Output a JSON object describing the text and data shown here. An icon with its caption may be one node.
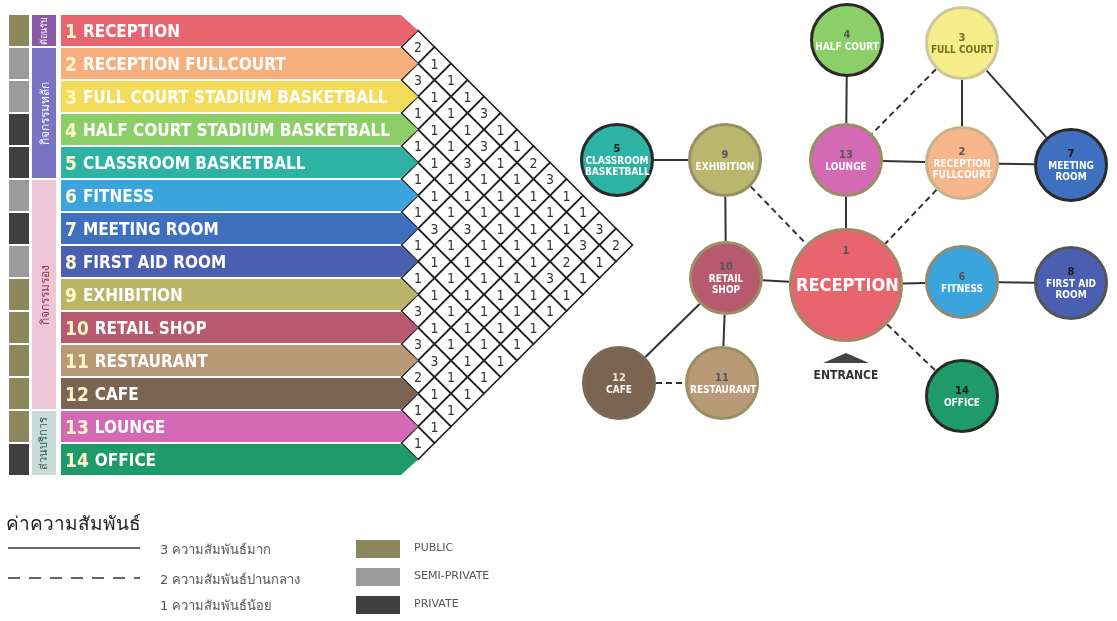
{
  "diagram": {
    "nodes": [
      {
        "text": [
          "ต้อนรับ"
        ]
      },
      {
        "text": [
          "กิจกรรมหลัก"
        ]
      },
      {
        "text": [
          "กิจกรรมรอง"
        ]
      },
      {
        "text": [
          "ส่วนบริการ"
        ]
      },
      {
        "text": [
          "1",
          "RECEPTION"
        ]
      },
      {
        "text": [
          "2",
          "RECEPTION  FULLCOURT"
        ]
      },
      {
        "text": [
          "3",
          "FULL COURT STADIUM BASKETBALL"
        ]
      },
      {
        "text": [
          "4",
          "HALF COURT STADIUM BASKETBALL"
        ]
      },
      {
        "text": [
          "5",
          "CLASSROOM BASKETBALL"
        ]
      },
      {
        "text": [
          "6",
          "FITNESS"
        ]
      },
      {
        "text": [
          "7",
          "MEETING ROOM"
        ]
      },
      {
        "text": [
          "8",
          "FIRST AID ROOM"
        ]
      },
      {
        "text": [
          "9",
          "EXHIBITION"
        ]
      },
      {
        "text": [
          "10",
          "RETAIL SHOP"
        ]
      },
      {
        "text": [
          "11",
          "RESTAURANT"
        ]
      },
      {
        "text": [
          "12",
          "CAFE"
        ]
      },
      {
        "text": [
          "13",
          "LOUNGE"
        ]
      },
      {
        "text": [
          "14",
          "OFFICE"
        ]
      },
      {
        "text": [
          "4",
          "HALF COURT"
        ]
      },
      {
        "text": [
          "3",
          "FULL COURT"
        ]
      },
      {
        "text": [
          "5",
          "CLASSROOM BASKETBALL"
        ]
      },
      {
        "text": [
          "9",
          "EXHIBITION"
        ]
      },
      {
        "text": [
          "13",
          "LOUNGE"
        ]
      },
      {
        "text": [
          "2",
          "RECEPTION FULLCOURT"
        ]
      },
      {
        "text": [
          "7",
          "MEETING ROOM"
        ]
      },
      {
        "text": [
          "10",
          "RETAIL SHOP"
        ]
      },
      {
        "text": [
          "1",
          "RECEPTION"
        ]
      },
      {
        "text": [
          "6",
          "FITNESS"
        ]
      },
      {
        "text": [
          "8",
          "FIRST AID ROOM"
        ]
      },
      {
        "text": [
          "12",
          "CAFE"
        ]
      },
      {
        "text": [
          "11",
          "RESTAURANT"
        ]
      },
      {
        "text": [
          "14",
          "OFFICE"
        ]
      }
    ],
    "edges": [
      {
        "from": 18,
        "to": 22,
        "arrow": "none"
      },
      {
        "from": 19,
        "to": 22,
        "arrow": "none",
        "style": "dashed"
      },
      {
        "from": 19,
        "to": 23,
        "arrow": "none"
      },
      {
        "from": 19,
        "to": 24,
        "arrow": "none"
      },
      {
        "from": 20,
        "to": 21,
        "arrow": "none"
      },
      {
        "from": 21,
        "to": 25,
        "arrow": "none"
      },
      {
        "from": 21,
        "to": 26,
        "arrow": "none",
        "style": "dashed"
      },
      {
        "from": 22,
        "to": 23,
        "arrow": "none"
      },
      {
        "from": 23,
        "to": 24,
        "arrow": "none"
      },
      {
        "from": 22,
        "to": 26,
        "arrow": "none"
      },
      {
        "from": 23,
        "to": 26,
        "arrow": "none",
        "style": "dashed"
      },
      {
        "from": 25,
        "to": 26,
        "arrow": "none"
      },
      {
        "from": 26,
        "to": 27,
        "arrow": "none"
      },
      {
        "from": 27,
        "to": 28,
        "arrow": "none"
      },
      {
        "from": 25,
        "to": 29,
        "arrow": "none"
      },
      {
        "from": 25,
        "to": 30,
        "arrow": "none"
      },
      {
        "from": 29,
        "to": 30,
        "arrow": "none",
        "style": "dashed"
      },
      {
        "from": 26,
        "to": 31,
        "arrow": "none",
        "style": "dashed"
      }
    ],
    "labels": [
      "2",
      "1",
      "1",
      "1",
      "3",
      "1",
      "1",
      "2",
      "3",
      "1",
      "1",
      "3",
      "2",
      "3",
      "1",
      "1",
      "1",
      "3",
      "1",
      "1",
      "1",
      "1",
      "1",
      "3",
      "1",
      "1",
      "1",
      "1",
      "3",
      "1",
      "1",
      "1",
      "1",
      "1",
      "2",
      "1",
      "1",
      "1",
      "1",
      "1",
      "1",
      "1",
      "1",
      "1",
      "3",
      "1",
      "1",
      "1",
      "1",
      "3",
      "1",
      "1",
      "1",
      "1",
      "1",
      "1",
      "3",
      "1",
      "1",
      "1",
      "1",
      "1",
      "1",
      "1",
      "1",
      "1",
      "1",
      "1",
      "1",
      "1",
      "1",
      "1",
      "1",
      "1",
      "1",
      "1",
      "3",
      "1",
      "1",
      "1",
      "1",
      "3",
      "3",
      "1",
      "1",
      "2",
      "1",
      "1",
      "1",
      "1",
      "1",
      "ENTRANCE",
      "ค่าความสัมพันธ์"
    ],
    "legend": [
      {
        "text": "3 ความสัมพันธ์มาก"
      },
      {
        "text": "2 ความสัมพันธ์ปานกลาง"
      },
      {
        "text": "1 ความสัมพันธ์น้อย"
      },
      {
        "text": "PUBLIC",
        "color": "#8c875c"
      },
      {
        "text": "SEMI-PRIVATE",
        "color": "#9b9b9b"
      },
      {
        "text": "PRIVATE",
        "color": "#3f3f3f"
      }
    ]
  }
}
